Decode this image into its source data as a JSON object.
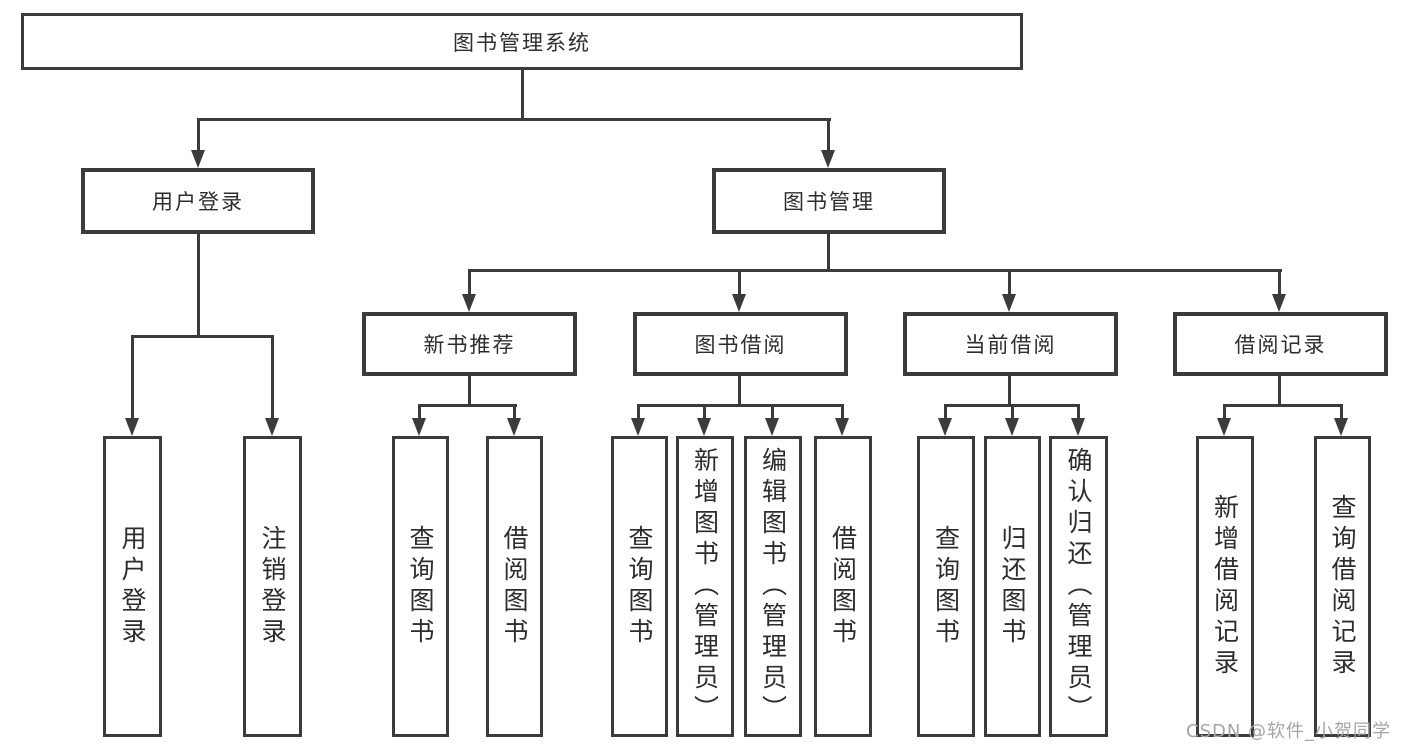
{
  "diagram": {
    "root": "图书管理系统",
    "level2": {
      "user_login": "用户登录",
      "book_management": "图书管理"
    },
    "level3": {
      "new_book": "新书推荐",
      "book_borrow": "图书借阅",
      "current_borrow": "当前借阅",
      "borrow_record": "借阅记录"
    },
    "leaves": [
      "用户登录",
      "注销登录",
      "查询图书",
      "借阅图书",
      "查询图书",
      "新增图书（管理员）",
      "编辑图书（管理员）",
      "借阅图书",
      "查询图书",
      "归还图书",
      "确认归还（管理员）",
      "新增借阅记录",
      "查询借阅记录"
    ]
  },
  "watermark": "CSDN @软件_小贺同学",
  "colors": {
    "line": "#3b3b3b",
    "text": "#2d2d2d",
    "watermark": "#a6a6a6",
    "background": "#ffffff"
  }
}
